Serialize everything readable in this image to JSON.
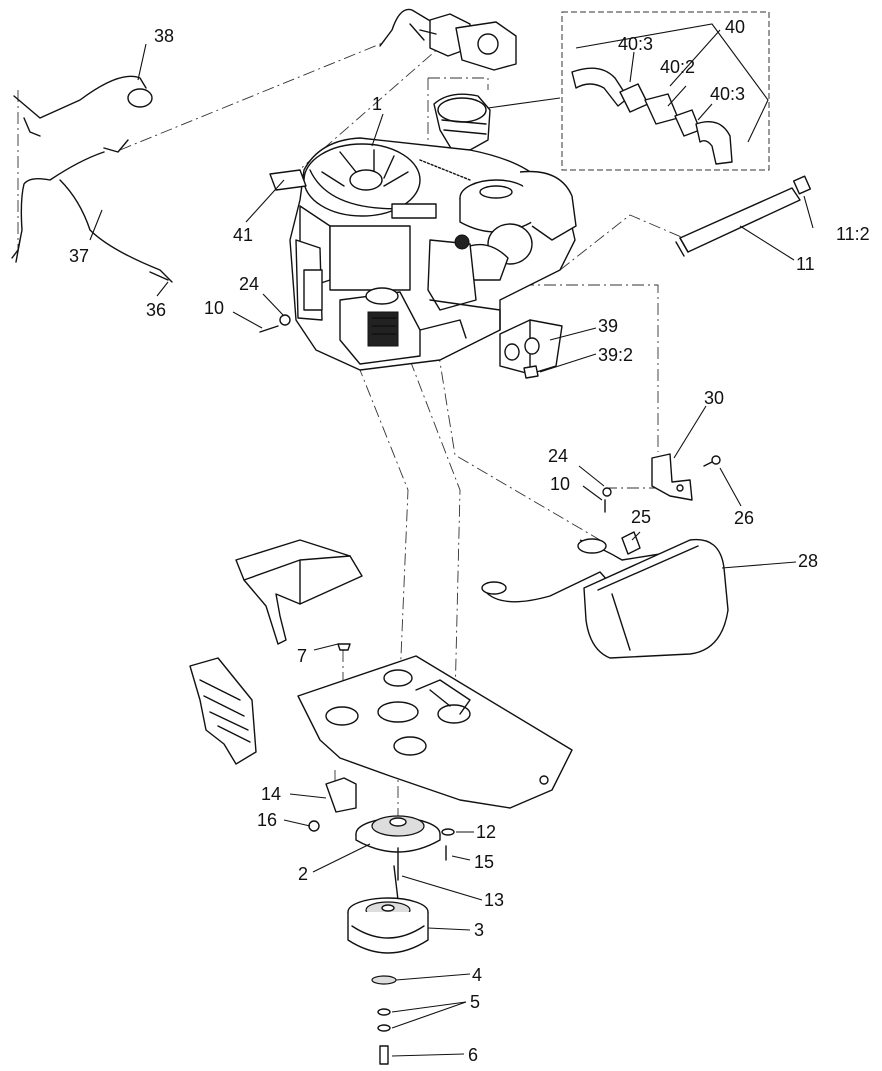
{
  "labels": {
    "l1": "1",
    "l2": "2",
    "l3": "3",
    "l4": "4",
    "l5": "5",
    "l6": "6",
    "l7": "7",
    "l10a": "10",
    "l10b": "10",
    "l11": "11",
    "l11_2": "11:2",
    "l12": "12",
    "l13": "13",
    "l14": "14",
    "l15": "15",
    "l16": "16",
    "l24a": "24",
    "l24b": "24",
    "l25": "25",
    "l26": "26",
    "l28": "28",
    "l30": "30",
    "l36": "36",
    "l37": "37",
    "l38": "38",
    "l39": "39",
    "l39_2": "39:2",
    "l40": "40",
    "l40_2": "40:2",
    "l40_3a": "40:3",
    "l40_3b": "40:3",
    "l41": "41"
  }
}
